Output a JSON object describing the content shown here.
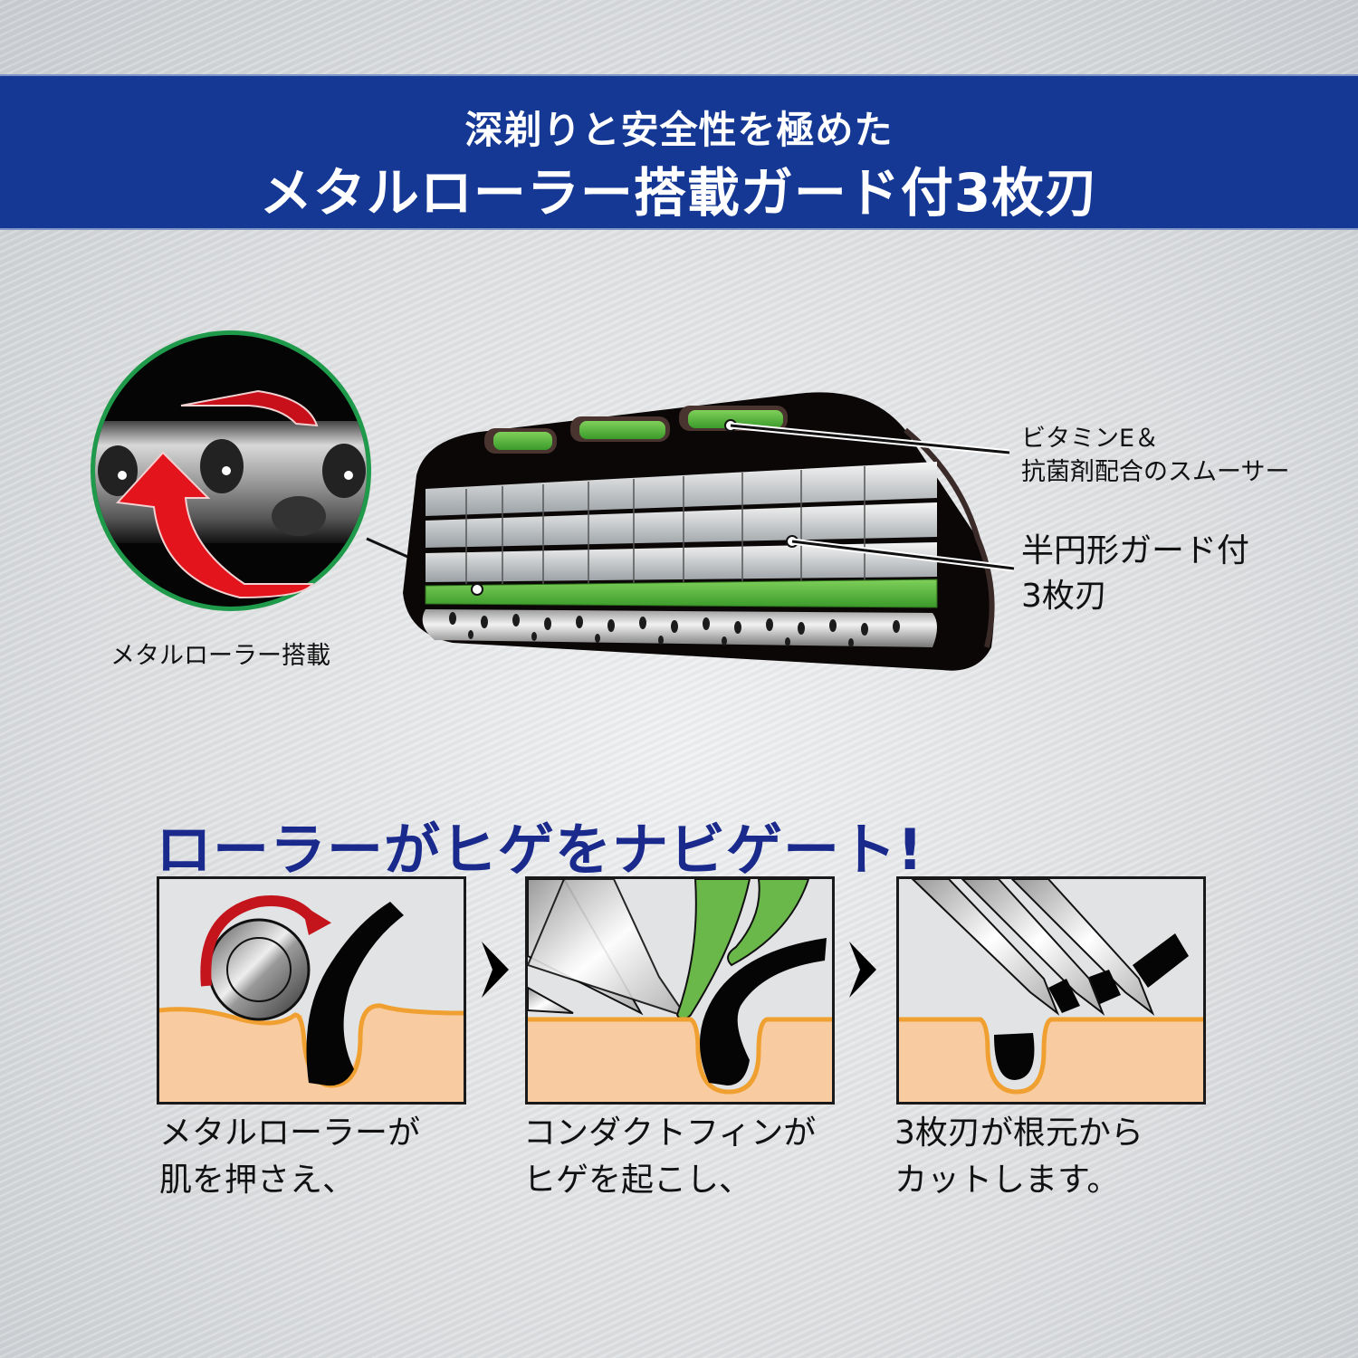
{
  "banner": {
    "line1": "深剃りと安全性を極めた",
    "line2": "メタルローラー搭載ガード付3枚刃",
    "color": "#143894"
  },
  "diagram": {
    "zoom_label": "メタルローラー搭載",
    "callout_smoother": [
      "ビタミンE＆",
      "抗菌剤配合のスムーサー"
    ],
    "callout_blades": [
      "半円形ガード付",
      "3枚刃"
    ],
    "accent_green": "#5cb83c",
    "ring_green": "#1e9a4a",
    "arrow_red": "#d9111b"
  },
  "navigate": {
    "title": "ローラーがヒゲをナビゲート!",
    "title_color": "#1a2a8c",
    "steps": [
      {
        "line1": "メタルローラーが",
        "line2": "肌を押さえ、"
      },
      {
        "line1": "コンダクトフィンが",
        "line2": "ヒゲを起こし、"
      },
      {
        "line1": "3枚刃が根元から",
        "line2": "カットします。"
      }
    ],
    "skin_color": "#f8cba0",
    "skin_edge": "#f0a030"
  }
}
